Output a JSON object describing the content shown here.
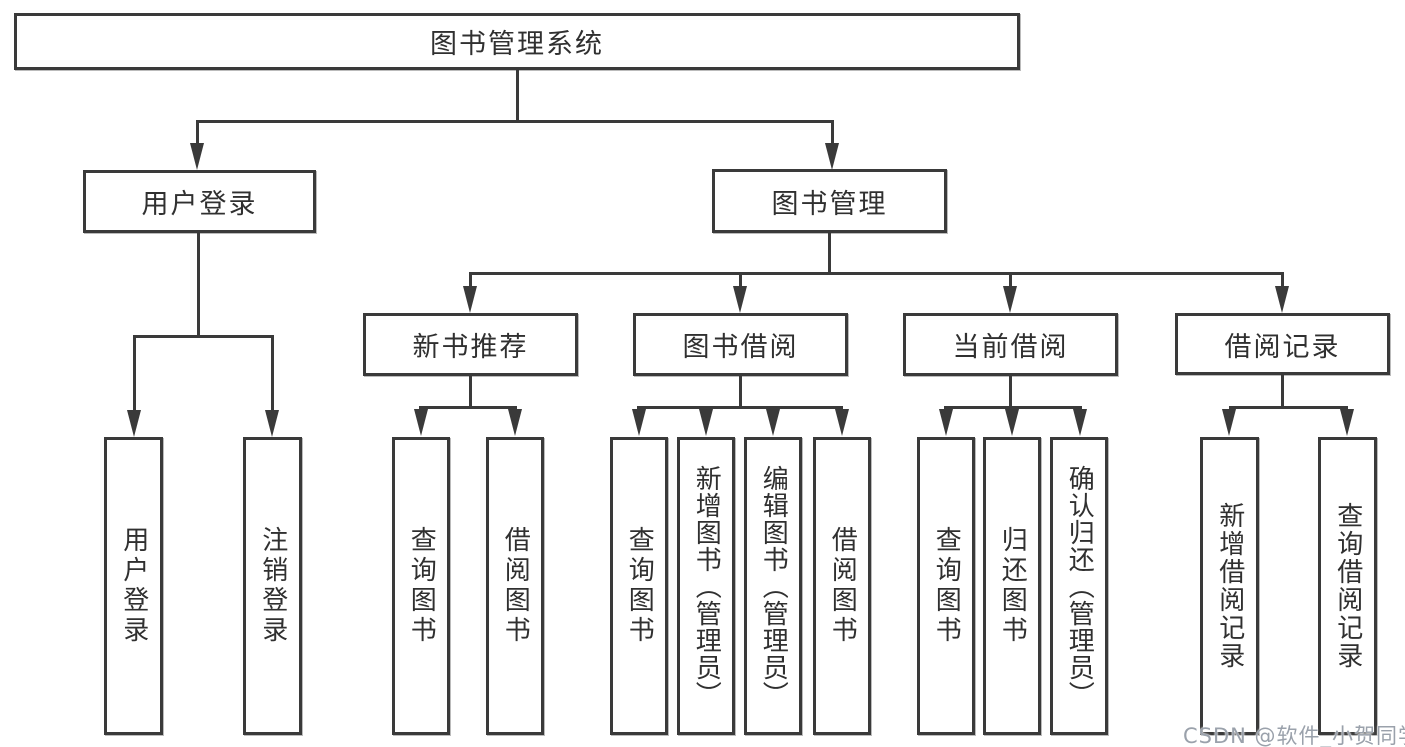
{
  "diagram": {
    "title": "图书管理系统",
    "root": "图书管理系统",
    "level2": [
      "用户登录",
      "图书管理"
    ],
    "level3": [
      "新书推荐",
      "图书借阅",
      "当前借阅",
      "借阅记录"
    ],
    "leaves": {
      "user": [
        "用户登录",
        "注销登录"
      ],
      "recommend": [
        "查询图书",
        "借阅图书"
      ],
      "borrow": [
        "查询图书",
        "新增图书（管理员）",
        "编辑图书（管理员）",
        "借阅图书"
      ],
      "current": [
        "查询图书",
        "归还图书",
        "确认归还（管理员）"
      ],
      "records": [
        "新增借阅记录",
        "查询借阅记录"
      ]
    }
  },
  "watermark": "CSDN @软件_小贺同学",
  "colors": {
    "line": "#3a3a3a",
    "text": "#303030",
    "watermark": "#9aa1ab",
    "background": "#ffffff"
  }
}
